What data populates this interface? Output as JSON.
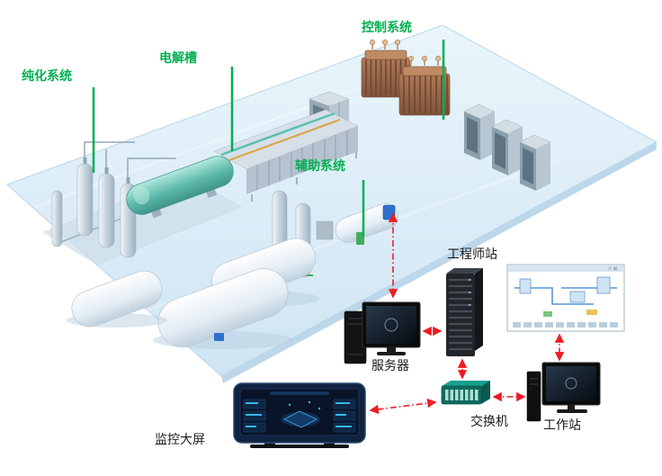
{
  "labels": {
    "purification": "纯化系统",
    "electrolyzer": "电解槽",
    "control": "控制系统",
    "auxiliary": "辅助系统",
    "engineer_station": "工程师站",
    "server": "服务器",
    "switch": "交换机",
    "workstation": "工作站",
    "big_screen": "监控大屏"
  },
  "colors": {
    "system_label_green": "#00B050",
    "link_red": "#ED1C24",
    "platform_blue": "#D9EBF7"
  }
}
